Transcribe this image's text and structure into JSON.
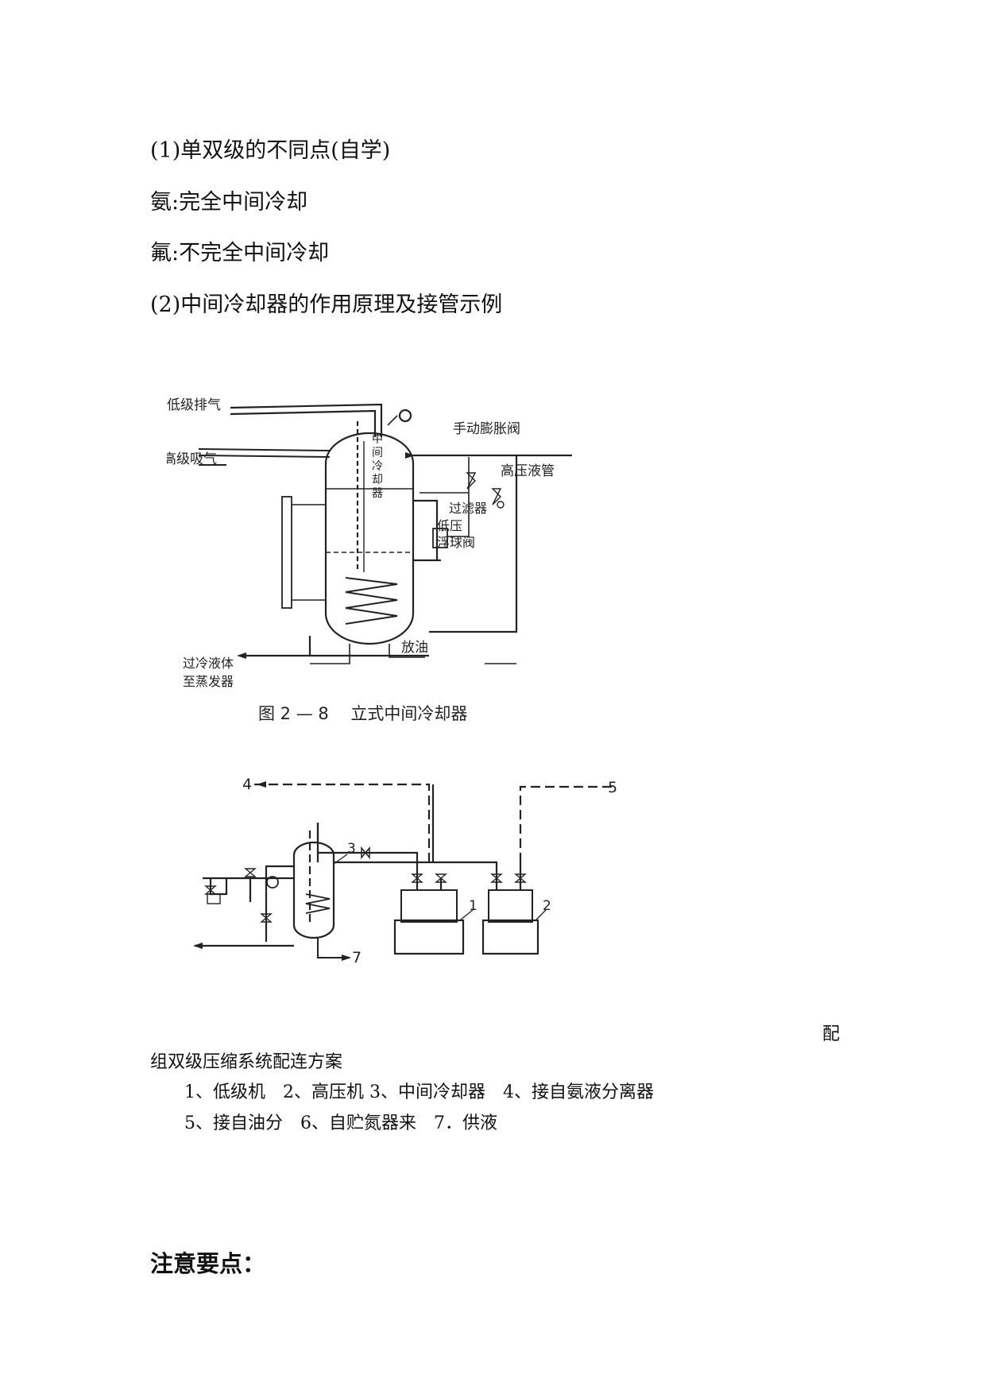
{
  "section1": {
    "heading": "(1)单双级的不同点(自学)",
    "line_ammonia": "氨:完全中间冷却",
    "line_freon": "氟:不完全中间冷却"
  },
  "section2": {
    "heading": "(2)中间冷却器的作用原理及接管示例"
  },
  "figure1": {
    "labels": {
      "low_stage_exhaust": "低级排气",
      "high_stage_suction": "高级吸气",
      "vessel_vertical_text": "中间冷却器",
      "manual_expansion_valve": "手动膨胀阀",
      "high_pressure_liquid_pipe": "高压液管",
      "filter": "过滤器",
      "low_pressure_float_valve_1": "低压",
      "low_pressure_float_valve_2": "浮球阀",
      "oil_drain": "放油",
      "subcooled_liquid_1": "过冷液体",
      "subcooled_liquid_2": "至蒸发器"
    },
    "caption": "图 2 — 8　 立式中间冷却器"
  },
  "figure2": {
    "labels": {
      "n1": "1",
      "n2": "2",
      "n3": "3",
      "n4": "4",
      "n5": "5",
      "n7": "7"
    }
  },
  "caption_block": {
    "trailing_char": "配",
    "title": "组双级压缩系统配连方案",
    "legend_line1": "1、低级机　2、高压机 3、中间冷却器　4、接自氨液分离器",
    "legend_line2": "5、接自油分　6、自贮氮器来　7．供液"
  },
  "notes": {
    "heading": "注意要点："
  }
}
